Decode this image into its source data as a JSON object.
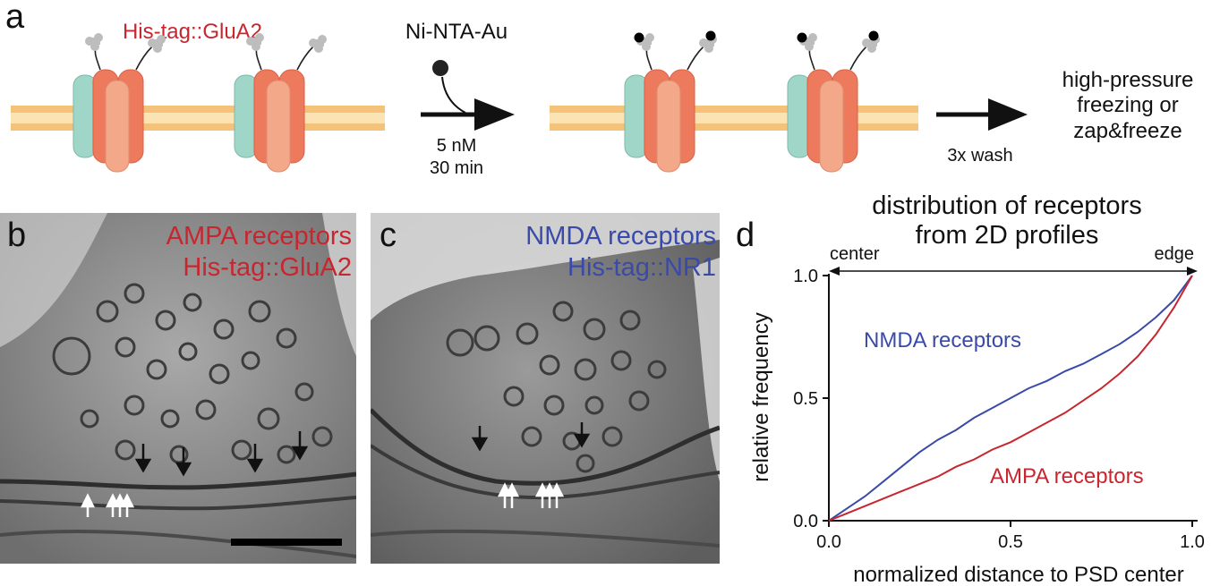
{
  "panels": {
    "a": "a",
    "b": "b",
    "c": "c",
    "d": "d"
  },
  "schematic": {
    "construct_label": "His-tag::GluA2",
    "reagent": "Ni-NTA-Au",
    "conc": "5 nM",
    "time": "30 min",
    "wash": "3x wash",
    "outcome": [
      "high-pressure",
      "freezing or",
      "zap&freeze"
    ],
    "colors": {
      "membrane_outer": "#f5c27a",
      "membrane_inner": "#fbe3b3",
      "subunit_teal": "#9fd6c8",
      "subunit_red": "#ee7a5e",
      "subunit_salmon": "#f3a88a",
      "tag_gray": "#bdbdbd",
      "gold": "#000000"
    }
  },
  "em_b": {
    "title1": "AMPA receptors",
    "title2": "His-tag::GluA2"
  },
  "em_c": {
    "title1": "NMDA receptors",
    "title2": "His-tag::NR1"
  },
  "chart_data": {
    "type": "line",
    "title": [
      "distribution of receptors",
      "from 2D profiles"
    ],
    "xlabel": "normalized distance to PSD center",
    "ylabel": "relative frequency",
    "xlim": [
      0,
      1
    ],
    "ylim": [
      0,
      1
    ],
    "xticks": [
      "0.0",
      "0.5",
      "1.0"
    ],
    "yticks": [
      "0.0",
      "0.5",
      "1.0"
    ],
    "annot_center": "center",
    "annot_edge": "edge",
    "series": [
      {
        "name": "NMDA receptors",
        "color": "#3a4aa8",
        "x": [
          0,
          0.05,
          0.1,
          0.15,
          0.2,
          0.25,
          0.3,
          0.35,
          0.4,
          0.45,
          0.5,
          0.55,
          0.6,
          0.65,
          0.7,
          0.75,
          0.8,
          0.85,
          0.9,
          0.95,
          1.0
        ],
        "y": [
          0,
          0.05,
          0.1,
          0.16,
          0.22,
          0.28,
          0.33,
          0.37,
          0.42,
          0.46,
          0.5,
          0.54,
          0.57,
          0.61,
          0.64,
          0.68,
          0.72,
          0.77,
          0.83,
          0.9,
          1.0
        ]
      },
      {
        "name": "AMPA receptors",
        "color": "#c8262f",
        "x": [
          0,
          0.05,
          0.1,
          0.15,
          0.2,
          0.25,
          0.3,
          0.35,
          0.4,
          0.45,
          0.5,
          0.55,
          0.6,
          0.65,
          0.7,
          0.75,
          0.8,
          0.85,
          0.9,
          0.95,
          1.0
        ],
        "y": [
          0,
          0.03,
          0.06,
          0.09,
          0.12,
          0.15,
          0.18,
          0.22,
          0.25,
          0.29,
          0.32,
          0.36,
          0.4,
          0.44,
          0.49,
          0.54,
          0.6,
          0.67,
          0.76,
          0.87,
          1.0
        ]
      }
    ]
  }
}
